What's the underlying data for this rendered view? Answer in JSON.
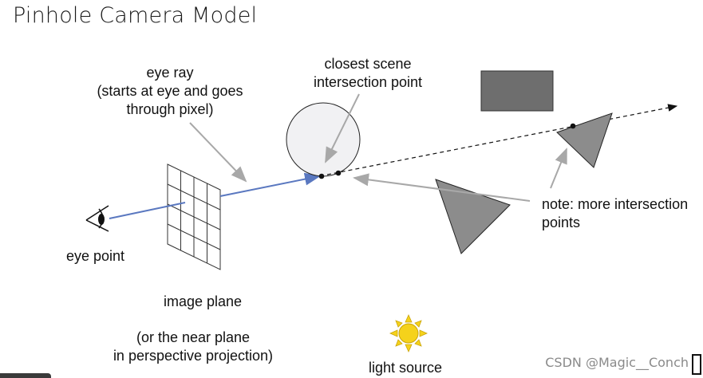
{
  "title": "Pinhole Camera Model",
  "labels": {
    "eye_ray": [
      "eye ray",
      "(starts at eye and goes",
      "through pixel)"
    ],
    "closest": [
      "closest scene",
      "intersection point"
    ],
    "note": [
      "note: more intersection",
      "points"
    ],
    "eye_point": "eye point",
    "image_plane": "image plane",
    "near_plane": [
      "(or the near plane",
      "in perspective projection)"
    ],
    "light_source": "light source"
  },
  "watermark": "CSDN @Magic__Conch",
  "colors": {
    "ray": "#5a78c0",
    "grid": "#333333",
    "shape_gray": "#8c8c8c",
    "rect_gray": "#6e6e6e",
    "sphere_fill": "#f1f1f3",
    "arrow_gray": "#a8a8a8",
    "sun": "#f5d21b"
  },
  "icons": [
    "eye-icon",
    "sun-icon"
  ]
}
